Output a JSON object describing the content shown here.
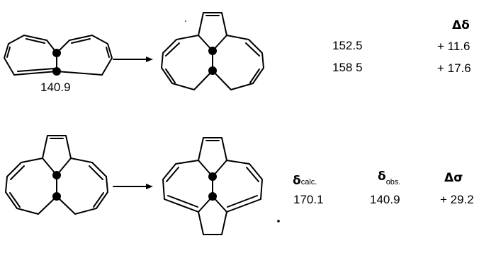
{
  "reaction1": {
    "reactant_shift": "140.9",
    "rows": [
      {
        "value": "152.5",
        "delta": "+ 11.6"
      },
      {
        "value": "158 5",
        "delta": "+ 17.6"
      }
    ],
    "delta_header_symbol": "Δδ"
  },
  "reaction2": {
    "calc_symbol": "δ",
    "calc_sub": "calc.",
    "obs_symbol": "δ",
    "obs_sub": "obs.",
    "diff_symbol": "Δσ",
    "calc_value": "170.1",
    "obs_value": "140.9",
    "diff_value": "+ 29.2"
  }
}
